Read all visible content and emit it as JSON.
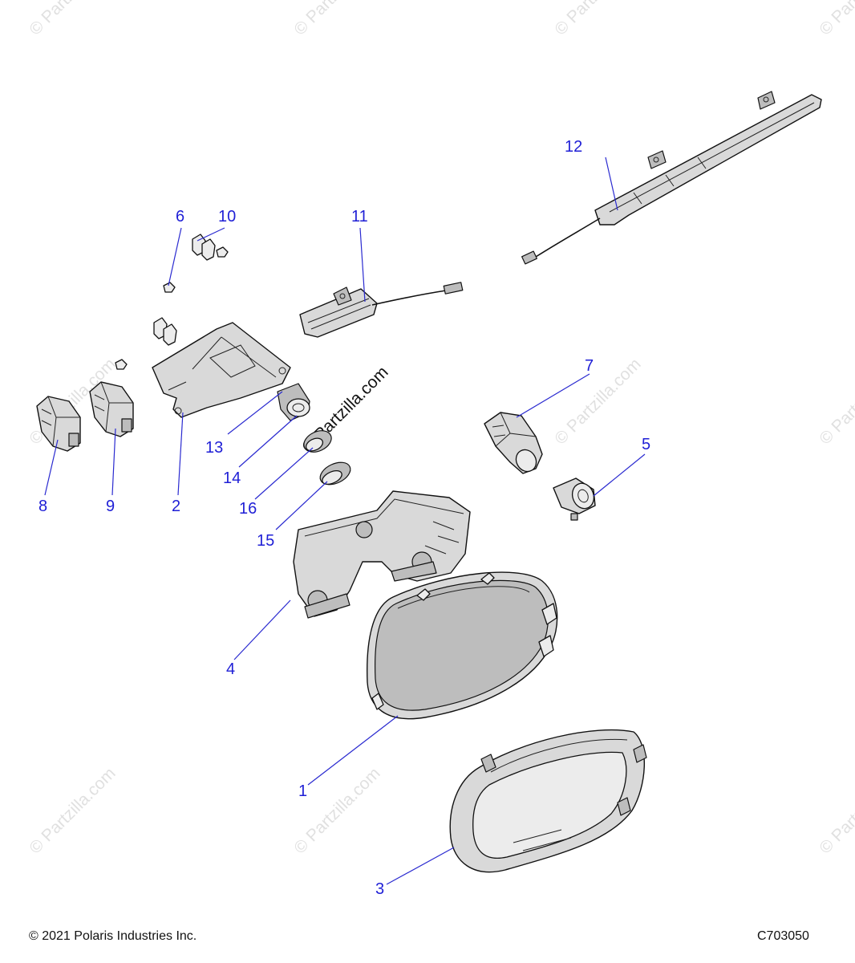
{
  "watermark": "© Partzilla.com",
  "callouts": [
    "1",
    "2",
    "3",
    "4",
    "5",
    "6",
    "7",
    "8",
    "9",
    "10",
    "11",
    "12",
    "13",
    "14",
    "15",
    "16"
  ],
  "footer": {
    "copyright": "© 2021 Polaris Industries Inc.",
    "code": "C703050"
  },
  "colors": {
    "callout": "#1f1fd6",
    "part_fill": "#d9d9d9",
    "watermark": "#c8c8c8"
  }
}
